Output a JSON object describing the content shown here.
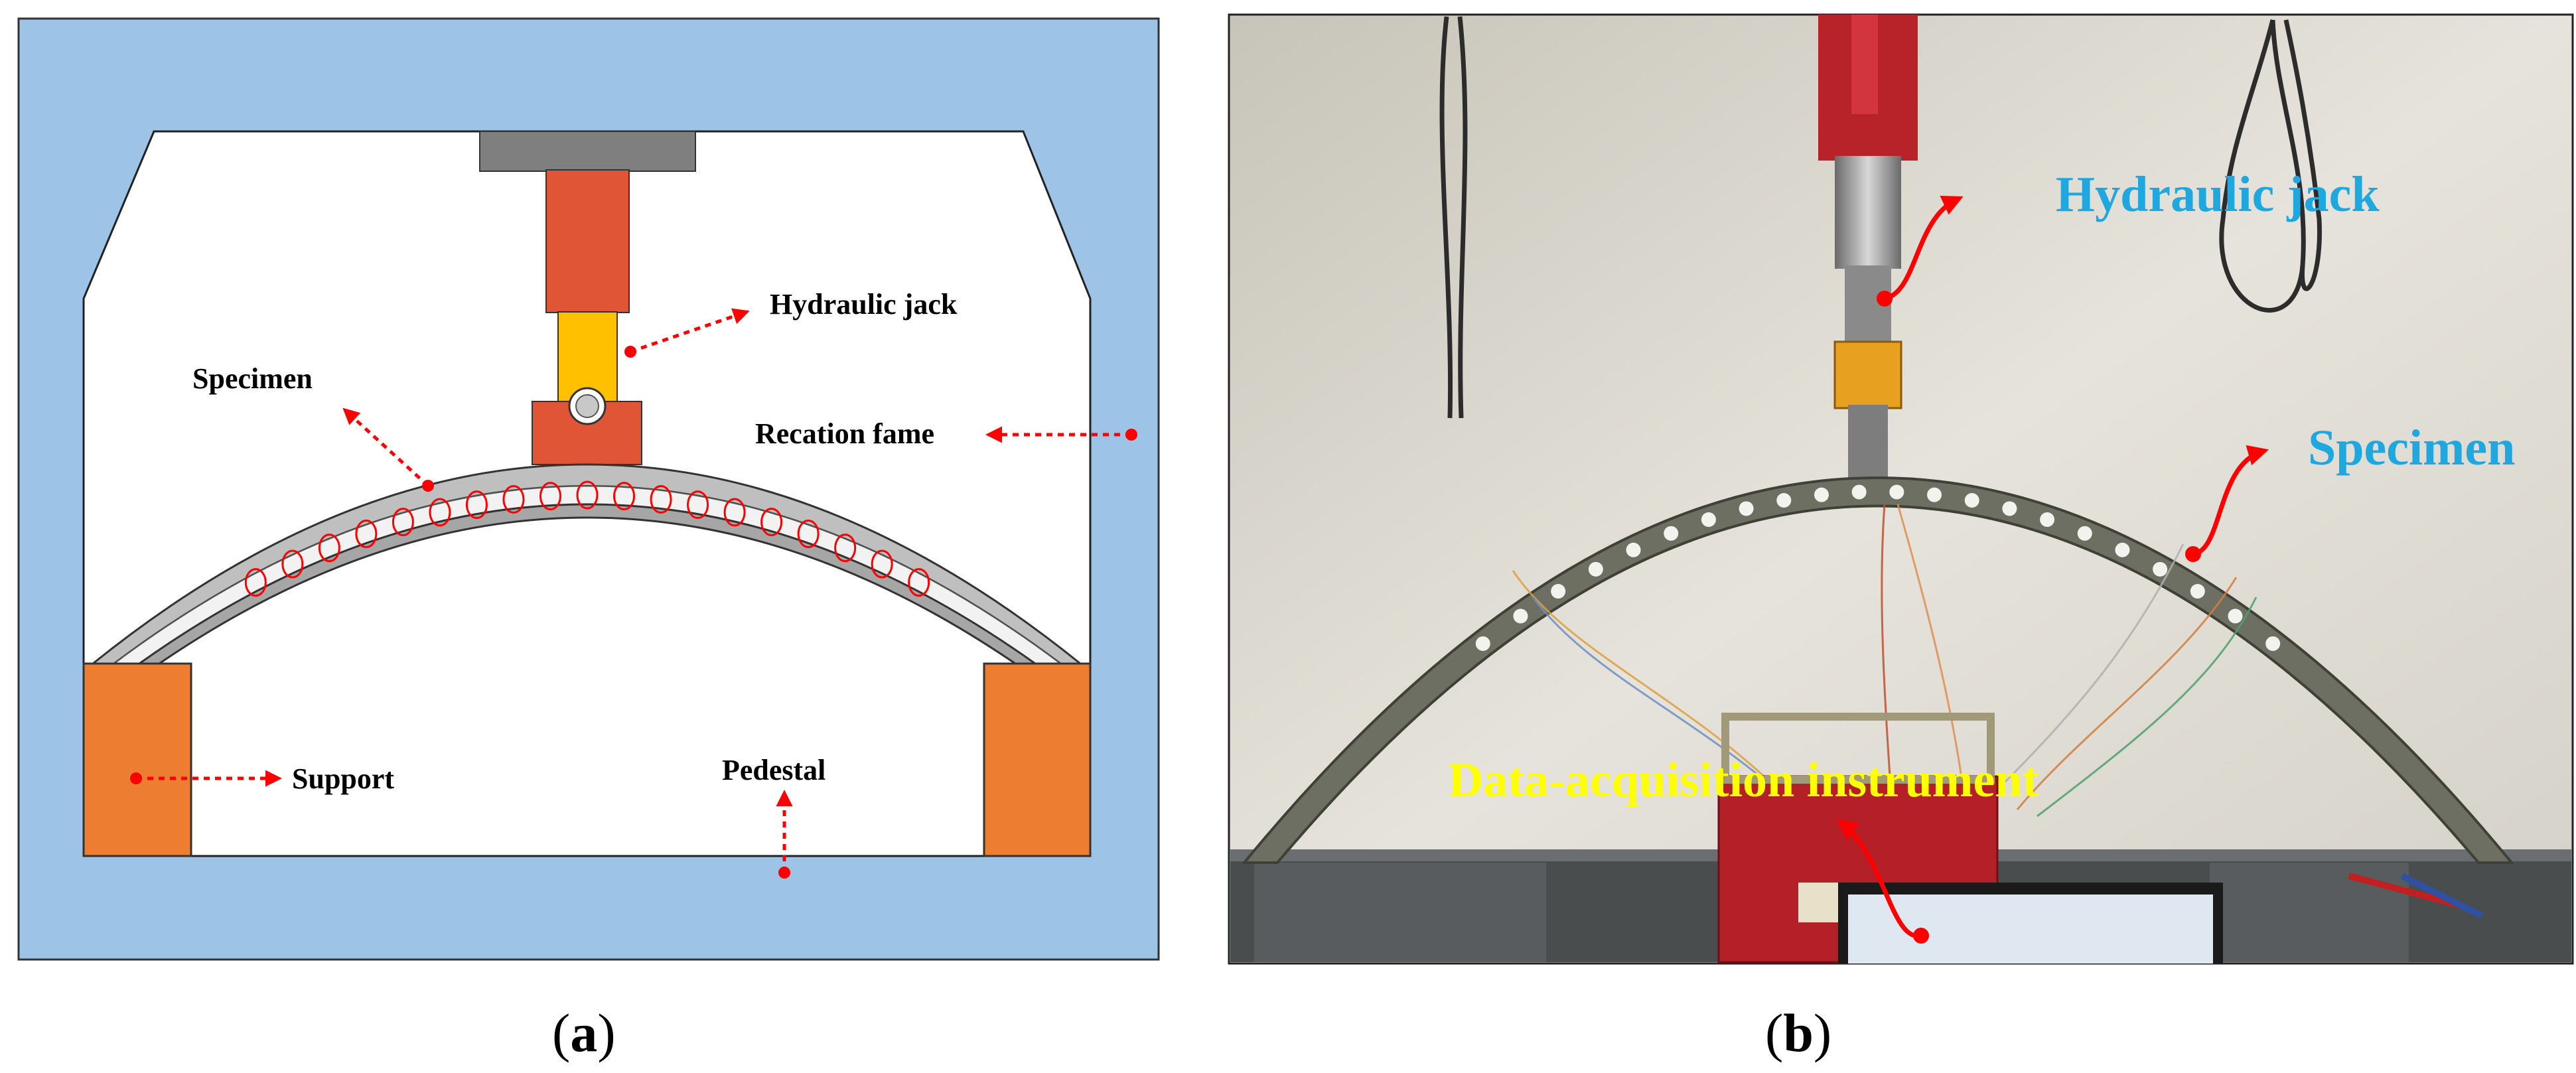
{
  "panel_a": {
    "labels": {
      "hydraulic_jack": "Hydraulic jack",
      "specimen": "Specimen",
      "reaction_frame": "Recation fame",
      "support": "Support",
      "pedestal": "Pedestal"
    },
    "caption_open": "(",
    "caption_letter": "a",
    "caption_close": ")",
    "colors": {
      "background": "#9dc3e6",
      "frame": "#ffffff",
      "cap_plate": "#7f7f7f",
      "jack_body": "#e15537",
      "jack_piston": "#ffc000",
      "support": "#ed7d31",
      "arrow": "#ff0000"
    },
    "hole_count": 19
  },
  "panel_b": {
    "labels": {
      "hydraulic_jack": "Hydraulic jack",
      "specimen": "Specimen",
      "daq": "Data-acquisition instrument"
    },
    "caption_open": "(",
    "caption_letter": "b",
    "caption_close": ")",
    "colors": {
      "label_blue": "#1fa7e0",
      "label_yellow": "#ffff00",
      "arrow": "#ff0000",
      "steel": "#6e6f63",
      "jack_red": "#c0282c",
      "load_cell": "#e8a020"
    },
    "hole_count": 22
  }
}
